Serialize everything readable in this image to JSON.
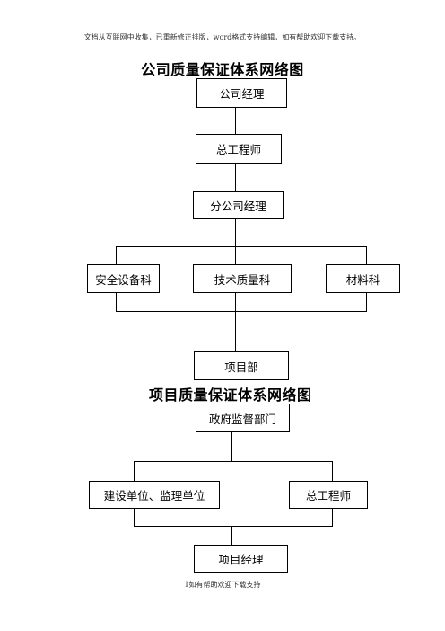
{
  "document": {
    "header_note": "文档从互联网中收集，已重新修正排版，word格式支持编辑，如有帮助欢迎下载支持。",
    "footer_note": "1如有帮助欢迎下载支持"
  },
  "company_chart": {
    "title": "公司质量保证体系网络图",
    "nodes": {
      "manager": "公司经理",
      "chief_engineer": "总工程师",
      "branch_manager": "分公司经理",
      "safety_dept": "安全设备科",
      "tech_quality_dept": "技术质量科",
      "materials_dept": "材料科",
      "project_dept": "项目部"
    }
  },
  "project_chart": {
    "title": "项目质量保证体系网络图",
    "nodes": {
      "gov_supervision": "政府监督部门",
      "construction_supervision": "建设单位、监理单位",
      "chief_engineer": "总工程师",
      "project_manager": "项目经理"
    }
  }
}
